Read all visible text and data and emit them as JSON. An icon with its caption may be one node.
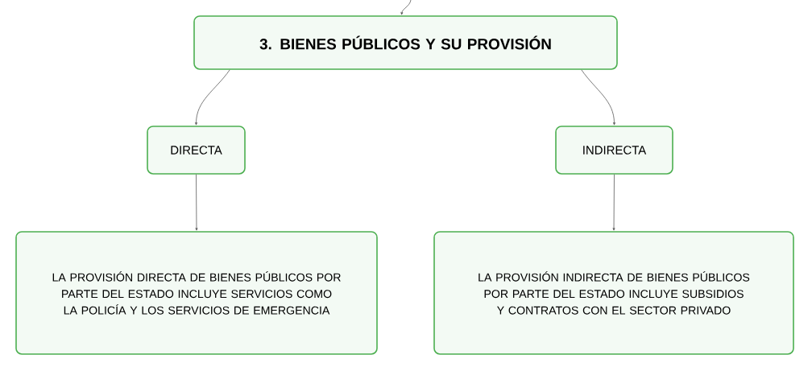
{
  "diagram": {
    "nodes": [
      {
        "text": [
          "3. BIENES PÚBLICOS Y SU PROVISIÓN"
        ]
      },
      {
        "text": [
          "DIRECTA"
        ]
      },
      {
        "text": [
          "INDIRECTA"
        ]
      },
      {
        "text": [
          "LA PROVISIÓN DIRECTA DE BIENES PÚBLICOS POR PARTE DEL ESTADO INCLUYE SERVICIOS COMO LA POLICÍA Y LOS SERVICIOS DE EMERGENCIA"
        ]
      },
      {
        "text": [
          "LA PROVISIÓN INDIRECTA DE BIENES PÚBLICOS POR PARTE DEL ESTADO INCLUYE SUBSIDIOS Y CONTRATOS CON EL SECTOR PRIVADO"
        ]
      }
    ],
    "edges": [
      {
        "from": null,
        "to": 0,
        "arrow": "to"
      },
      {
        "from": 0,
        "to": 1,
        "arrow": "to"
      },
      {
        "from": 0,
        "to": 2,
        "arrow": "to"
      },
      {
        "from": 1,
        "to": 3,
        "arrow": "to"
      },
      {
        "from": 2,
        "to": 4,
        "arrow": "to"
      }
    ]
  }
}
